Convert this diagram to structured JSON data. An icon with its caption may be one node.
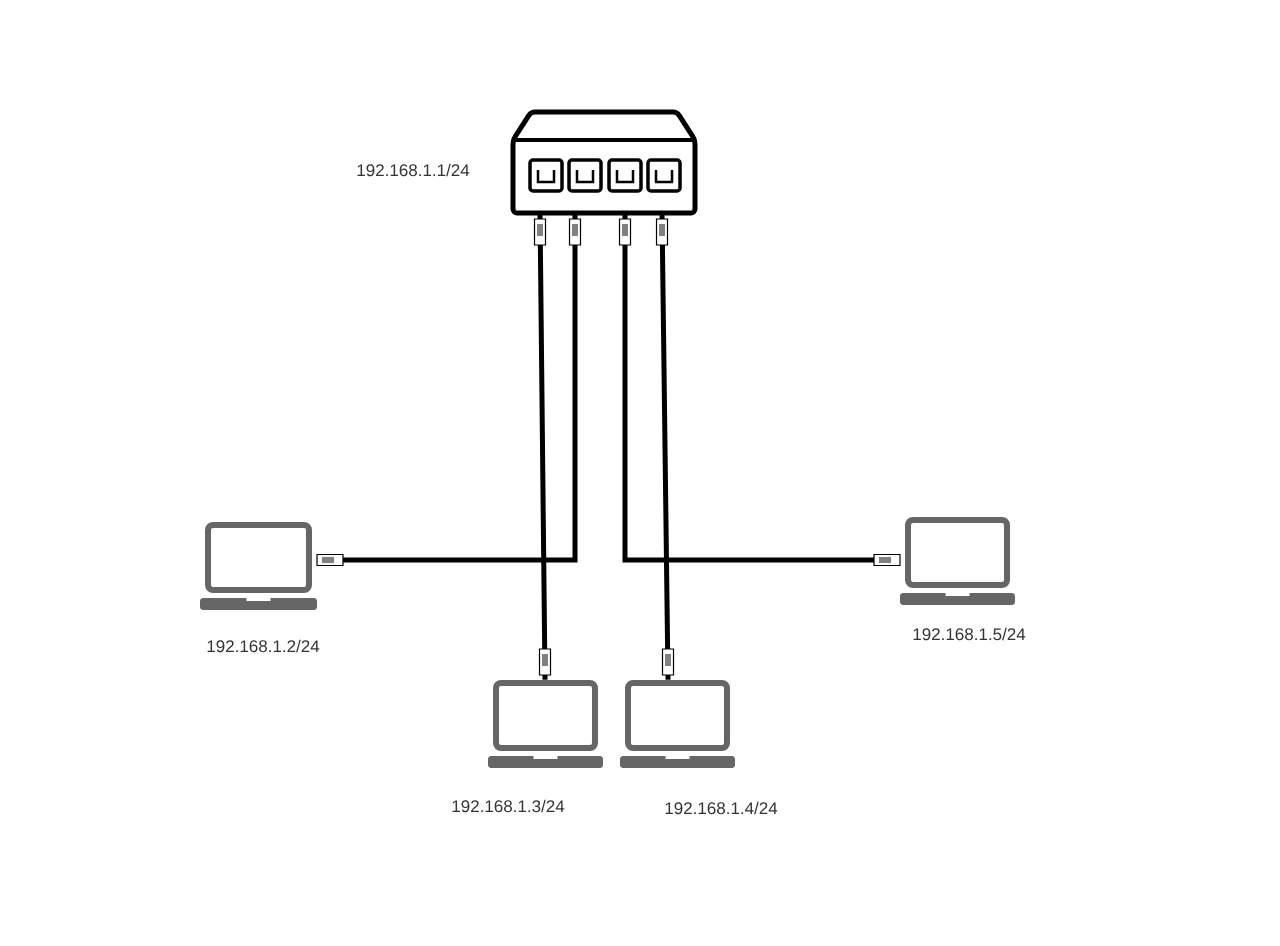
{
  "diagram": {
    "nodes": [
      {
        "text": [],
        "shape": "switch",
        "beside": [
          "192.168.1.1/24"
        ]
      },
      {
        "text": [],
        "shape": "laptop",
        "beside": [
          "192.168.1.2/24"
        ]
      },
      {
        "text": [],
        "shape": "laptop",
        "beside": [
          "192.168.1.3/24"
        ]
      },
      {
        "text": [],
        "shape": "laptop",
        "beside": [
          "192.168.1.4/24"
        ]
      },
      {
        "text": [],
        "shape": "laptop",
        "beside": [
          "192.168.1.5/24"
        ]
      }
    ],
    "edges": [
      {
        "from": 0,
        "to": 1,
        "arrow": "other"
      },
      {
        "from": 0,
        "to": 2,
        "arrow": "other"
      },
      {
        "from": 0,
        "to": 3,
        "arrow": "other"
      },
      {
        "from": 0,
        "to": 4,
        "arrow": "other"
      }
    ]
  }
}
